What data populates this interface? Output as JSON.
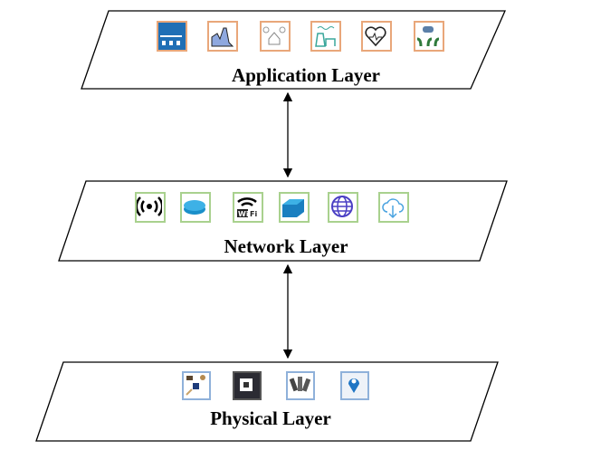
{
  "layers": [
    {
      "label": "Application Layer",
      "icons": [
        "smart-transport-icon",
        "smart-industry-icon",
        "smart-home-icon",
        "smart-energy-icon",
        "smart-health-icon",
        "smart-agriculture-icon"
      ]
    },
    {
      "label": "Network Layer",
      "icons": [
        "wireless-signal-icon",
        "router-icon",
        "wifi-icon",
        "switch-icon",
        "globe-icon",
        "cloud-download-icon"
      ]
    },
    {
      "label": "Physical Layer",
      "icons": [
        "sensors-icon",
        "chip-icon",
        "actuators-icon",
        "location-pin-icon"
      ]
    }
  ],
  "colors": {
    "application_border": "#e9a77a",
    "network_border": "#a9d18e",
    "physical_border": "#8fb1da"
  }
}
